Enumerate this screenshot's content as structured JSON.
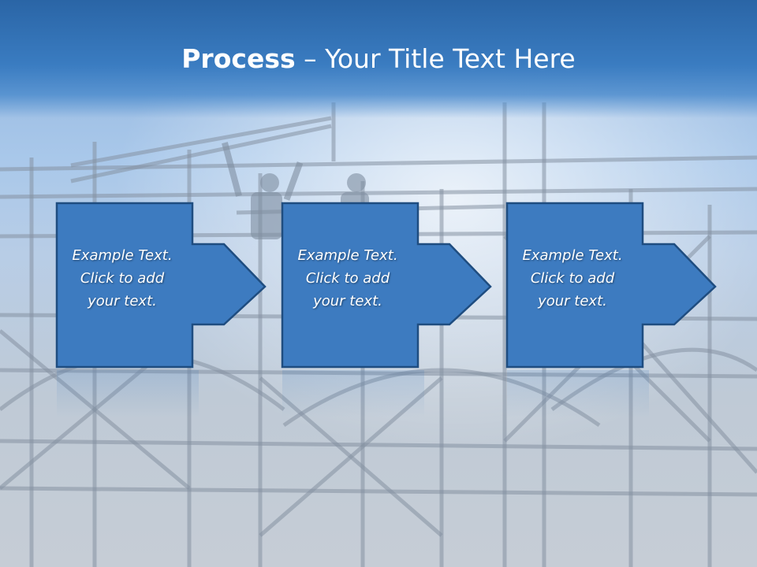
{
  "slide": {
    "title_bold": "Process",
    "title_rest": " – Your Title Text Here",
    "steps": [
      {
        "text": "Example Text.\nClick  to add\nyour text."
      },
      {
        "text": "Example Text.\nClick  to add\nyour text."
      },
      {
        "text": "Example Text.\nClick  to add\nyour text."
      }
    ]
  },
  "theme": {
    "title_bar": "#2f6cae",
    "box_fill": "#3d7bc0",
    "box_border": "#1f4d80",
    "text_color": "#ffffff"
  }
}
